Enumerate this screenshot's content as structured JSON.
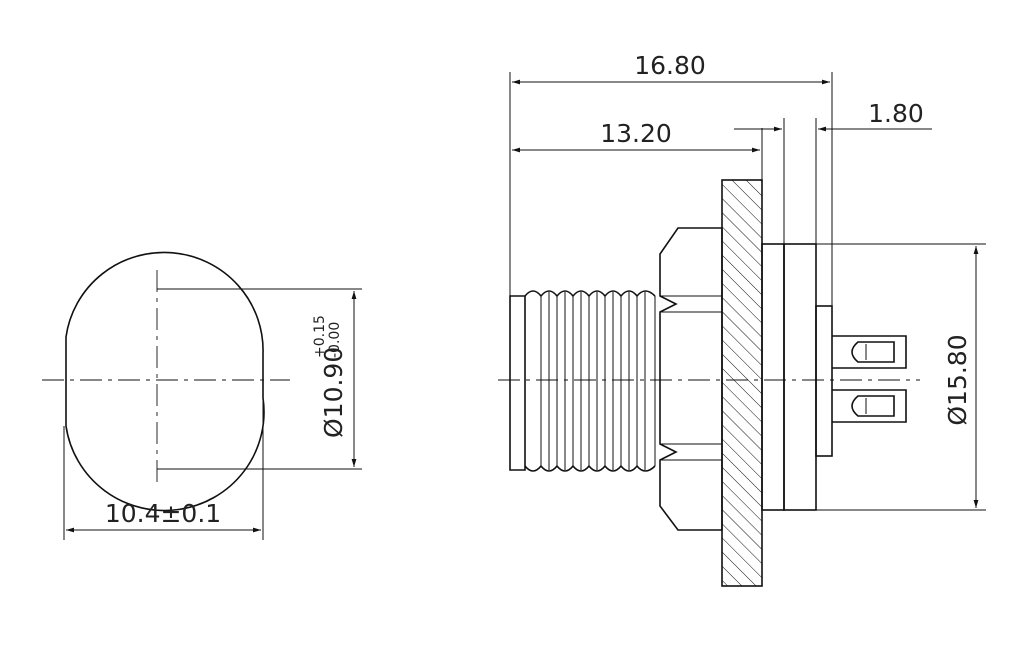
{
  "dimensions": {
    "overall_length": "16.80",
    "thread_length": "13.20",
    "pin_offset": "1.80",
    "flange_diameter": "Ø15.80",
    "cutout_width": "10.4±0.1",
    "cutout_diameter": "Ø10.90",
    "cutout_tol_upper": "+0.15",
    "cutout_tol_lower": "-0.00"
  }
}
